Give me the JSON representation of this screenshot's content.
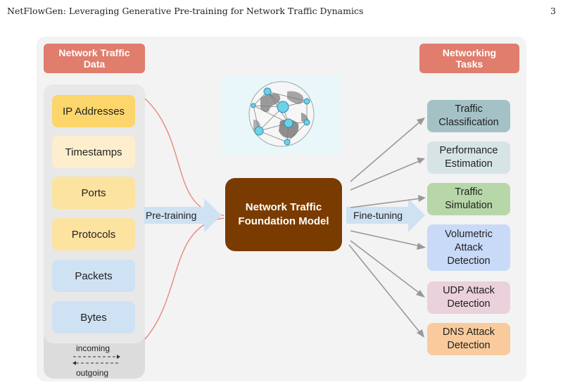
{
  "header": {
    "title": "NetFlowGen: Leveraging Generative Pre-training for Network Traffic Dynamics",
    "page_number": "3"
  },
  "left_tag": {
    "line1": "Network Traffic",
    "line2": "Data"
  },
  "right_tag": {
    "line1": "Networking",
    "line2": "Tasks"
  },
  "data_items": [
    {
      "label": "IP Addresses",
      "color": "#fcd66a"
    },
    {
      "label": "Timestamps",
      "color": "#fdefcd"
    },
    {
      "label": "Ports",
      "color": "#fde3a0"
    },
    {
      "label": "Protocols",
      "color": "#fde3a0"
    },
    {
      "label": "Packets",
      "color": "#cfe2f3"
    },
    {
      "label": "Bytes",
      "color": "#cfe2f3"
    }
  ],
  "legend": {
    "incoming": "incoming",
    "outgoing": "outgoing"
  },
  "pretraining_label": "Pre-training",
  "finetuning_label": "Fine-tuning",
  "model": {
    "line1": "Network Traffic",
    "line2": "Foundation Model",
    "color": "#7a3b00"
  },
  "tasks": [
    {
      "line1": "Traffic",
      "line2": "Classification",
      "line3": "",
      "color": "#a4c2c6"
    },
    {
      "line1": "Performance",
      "line2": "Estimation",
      "line3": "",
      "color": "#d6e4e6"
    },
    {
      "line1": "Traffic",
      "line2": "Simulation",
      "line3": "",
      "color": "#b7d7a8"
    },
    {
      "line1": "Volumetric",
      "line2": "Attack",
      "line3": "Detection",
      "color": "#c9daf8"
    },
    {
      "line1": "UDP Attack",
      "line2": "Detection",
      "line3": "",
      "color": "#ead1dc"
    },
    {
      "line1": "DNS Attack",
      "line2": "Detection",
      "line3": "",
      "color": "#f9cb9c"
    }
  ],
  "colors": {
    "tag": "#e07d6d",
    "curve": "#e8897c",
    "fanout_arrow": "#999999",
    "block_arrow": "#cfe2f3"
  },
  "icons": {
    "globe": "network-globe-icon"
  }
}
